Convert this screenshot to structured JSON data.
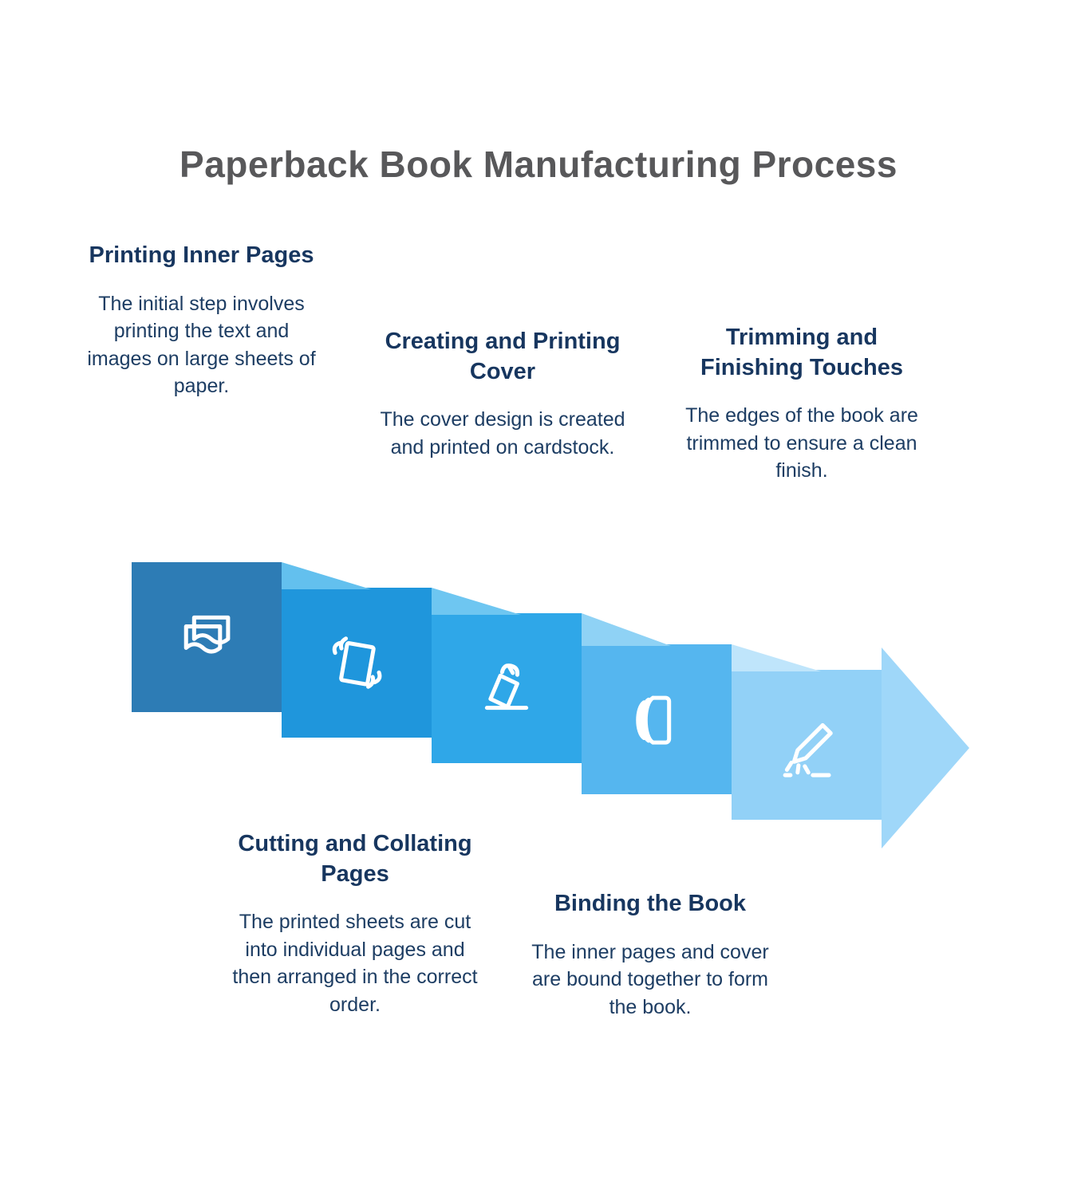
{
  "title": "Paperback Book Manufacturing Process",
  "steps": [
    {
      "title": "Printing Inner Pages",
      "description": "The initial step involves printing the text and images on large sheets of paper.",
      "icon": "paper-sheets-icon",
      "color": "#2d7cb5"
    },
    {
      "title": "Creating and Printing Cover",
      "description": "The cover design is created and printed on cardstock.",
      "icon": "hands-holding-cover-icon",
      "color": "#1f96dc"
    },
    {
      "title": "Cutting and Collating Pages",
      "description": "The printed sheets are cut into individual pages and then arranged in the correct order.",
      "icon": "hand-inserting-page-icon",
      "color": "#2fa7e8"
    },
    {
      "title": "Binding the Book",
      "description": "The inner pages and cover are bound together to form the book.",
      "icon": "bound-book-icon",
      "color": "#55b6ef"
    },
    {
      "title": "Trimming and Finishing Touches",
      "description": "The edges of the book are trimmed to ensure a clean finish.",
      "icon": "scalpel-icon",
      "color": "#92d1f7"
    }
  ],
  "colors": {
    "title_text": "#58585a",
    "step_text": "#17365f",
    "arrow": "#9fd7f9",
    "folds": [
      "#63c0ee",
      "#6ec6f1",
      "#8fd2f5",
      "#bfe5fb"
    ]
  }
}
